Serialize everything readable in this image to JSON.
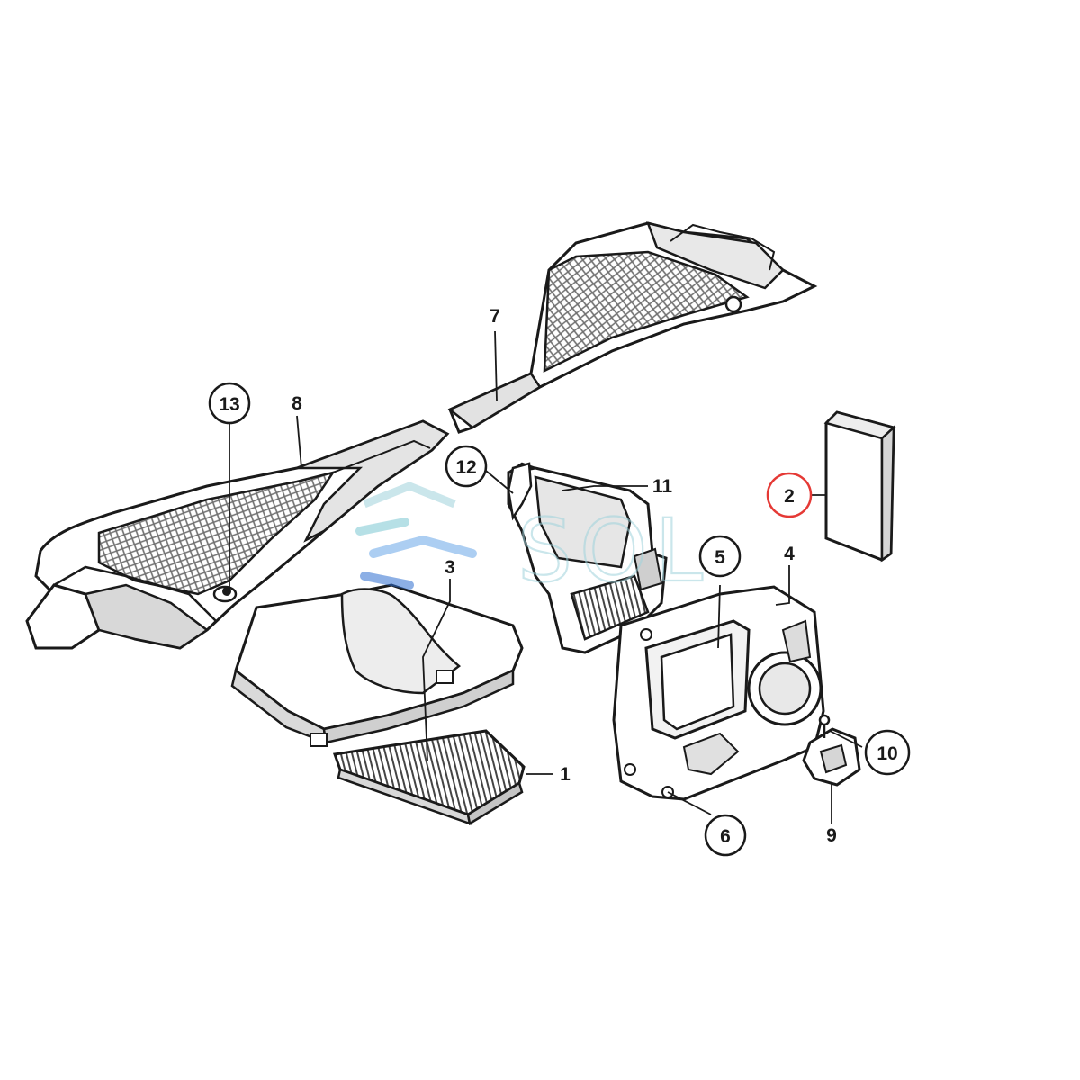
{
  "watermark": {
    "text": "SOL",
    "colors": {
      "teal": "#7cc7d3",
      "blue": "#6aa7e8",
      "navy": "#2f6fd0"
    }
  },
  "callouts": [
    {
      "id": "1",
      "label": "1",
      "circled": false,
      "highlight": false
    },
    {
      "id": "2",
      "label": "2",
      "circled": true,
      "highlight": true
    },
    {
      "id": "3",
      "label": "3",
      "circled": false,
      "highlight": false
    },
    {
      "id": "4",
      "label": "4",
      "circled": false,
      "highlight": false
    },
    {
      "id": "5",
      "label": "5",
      "circled": true,
      "highlight": false
    },
    {
      "id": "6",
      "label": "6",
      "circled": true,
      "highlight": false
    },
    {
      "id": "7",
      "label": "7",
      "circled": false,
      "highlight": false
    },
    {
      "id": "8",
      "label": "8",
      "circled": false,
      "highlight": false
    },
    {
      "id": "9",
      "label": "9",
      "circled": false,
      "highlight": false
    },
    {
      "id": "10",
      "label": "10",
      "circled": true,
      "highlight": false
    },
    {
      "id": "11",
      "label": "11",
      "circled": false,
      "highlight": false
    },
    {
      "id": "12",
      "label": "12",
      "circled": true,
      "highlight": false
    },
    {
      "id": "13",
      "label": "13",
      "circled": true,
      "highlight": false
    }
  ],
  "colors": {
    "line": "#1a1a1a",
    "part_fill": "#ffffff",
    "mesh": "#8a8a8a",
    "shade": "#cfcfcf",
    "highlight": "#e53935"
  }
}
